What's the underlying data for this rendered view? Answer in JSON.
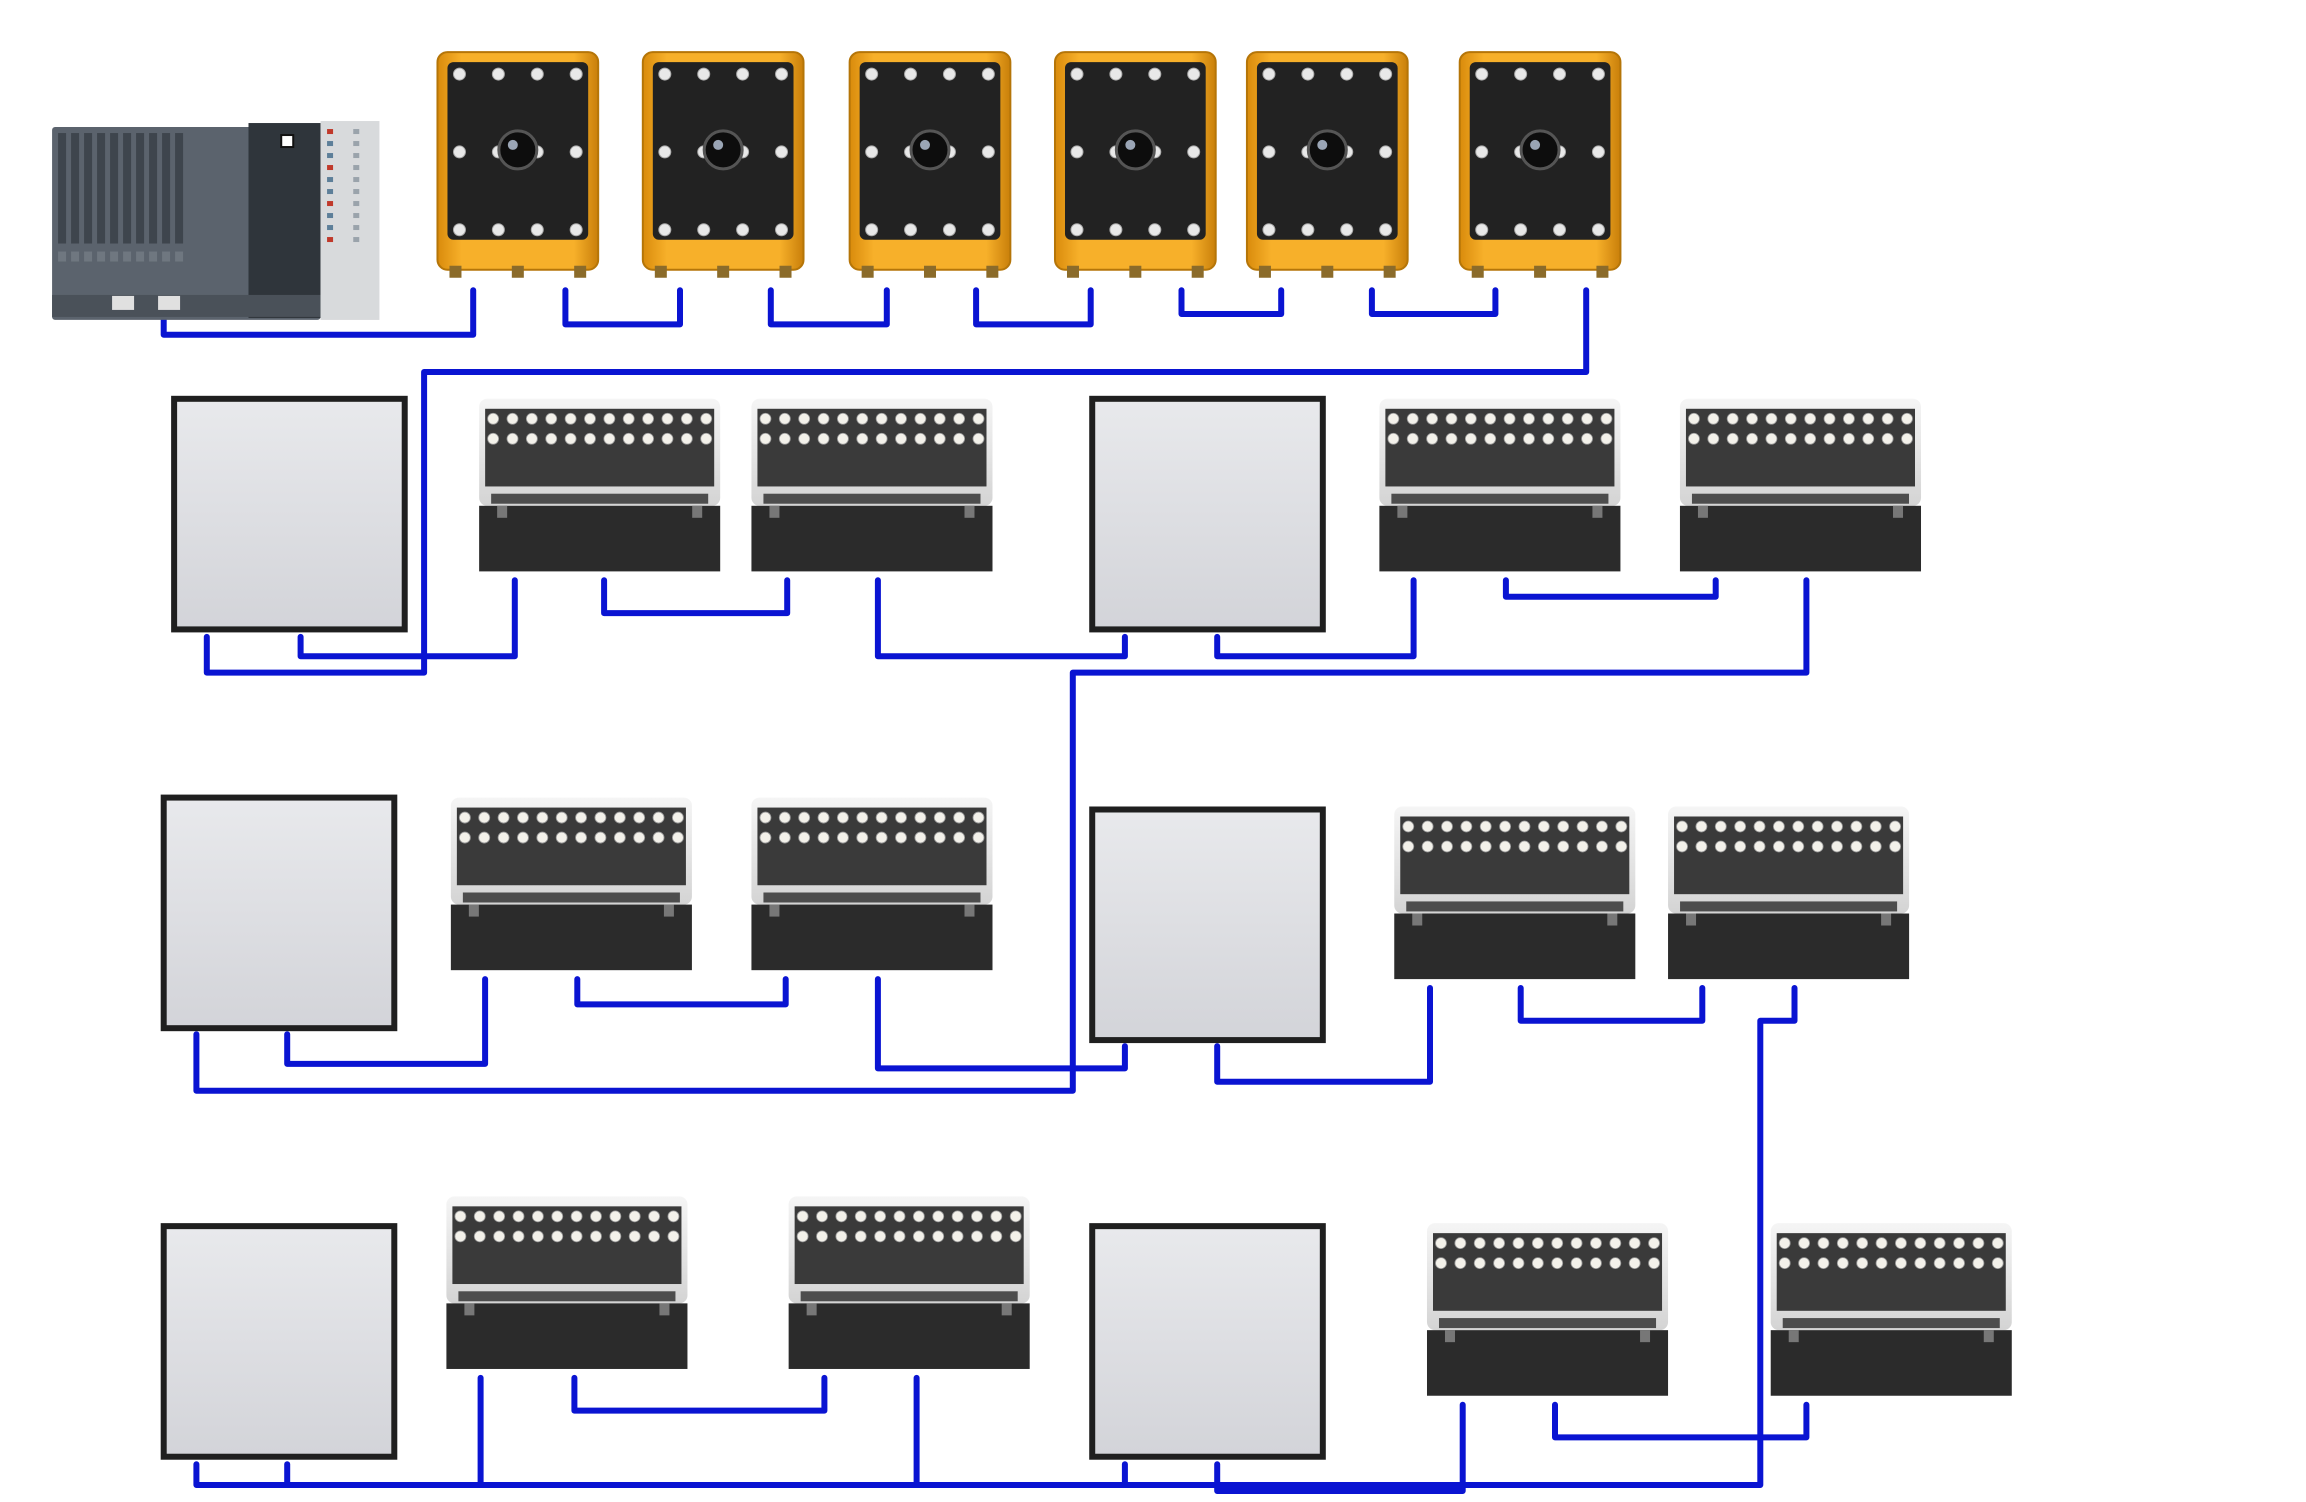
{
  "diagram": {
    "background": "#ffffff",
    "wire_color": "#0a14d2",
    "device_types": {
      "controller": {
        "icon": "plc-controller-icon",
        "body_color": "#5b636d"
      },
      "camera": {
        "icon": "smart-camera-icon",
        "housing_color": "#f5a81c"
      },
      "backlight": {
        "icon": "backlight-panel-icon",
        "frame_color": "#1f1f1f",
        "panel_color": "#dcdde1"
      },
      "spotlight": {
        "icon": "led-spotlight-icon",
        "body_color": "#2b2b2b",
        "led_color": "#f3f1ea"
      }
    },
    "rows": [
      {
        "id": "row-0",
        "devices": [
          "controller",
          "camera",
          "camera",
          "camera",
          "camera",
          "camera",
          "camera"
        ]
      },
      {
        "id": "row-1",
        "devices": [
          "backlight",
          "spotlight",
          "spotlight",
          "backlight",
          "spotlight",
          "spotlight"
        ]
      },
      {
        "id": "row-2",
        "devices": [
          "backlight",
          "spotlight",
          "spotlight",
          "backlight",
          "spotlight",
          "spotlight"
        ]
      },
      {
        "id": "row-3",
        "devices": [
          "backlight",
          "spotlight",
          "spotlight",
          "backlight",
          "spotlight",
          "spotlight"
        ]
      }
    ]
  }
}
